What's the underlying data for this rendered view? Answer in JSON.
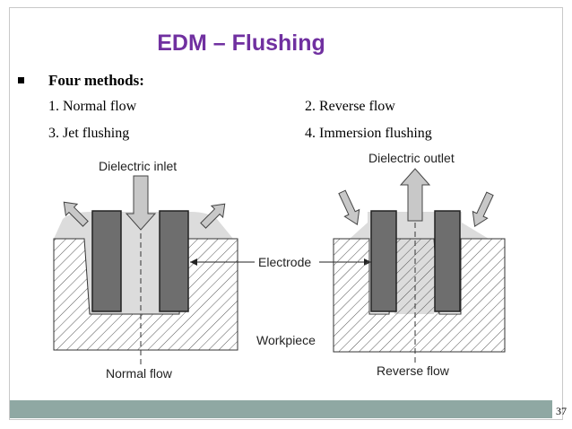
{
  "title": "EDM – Flushing",
  "intro": {
    "heading": "Four methods:"
  },
  "methods": [
    "1. Normal flow",
    "2. Reverse flow",
    "3. Jet flushing",
    "4. Immersion flushing"
  ],
  "diagram": {
    "labels": {
      "dielectric_inlet": "Dielectric inlet",
      "dielectric_outlet": "Dielectric outlet",
      "electrode": "Electrode",
      "workpiece": "Workpiece",
      "normal_flow": "Normal flow",
      "reverse_flow": "Reverse flow"
    }
  },
  "page_number": "37",
  "colors": {
    "title": "#7030a0",
    "footer_band": "#8fa8a3",
    "electrode": "#6e6e6e",
    "arrow": "#c8c8c8"
  }
}
